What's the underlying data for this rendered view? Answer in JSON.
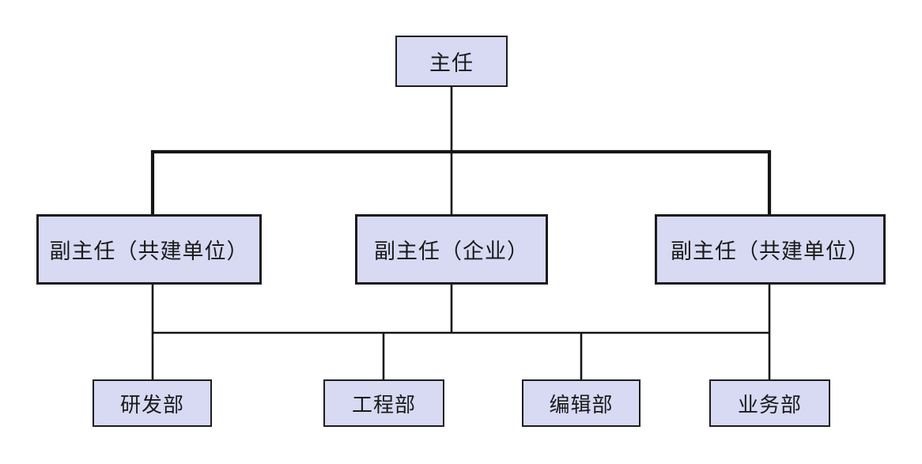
{
  "colors": {
    "box_fill": "#d8daf4",
    "box_border": "#1c1c1c",
    "line_color": "#151515",
    "bg": "#ffffff",
    "text": "#1a1a1a"
  },
  "diagram": {
    "type": "org-chart",
    "levels": 3,
    "nodes": [
      {
        "id": "director",
        "level": 1,
        "label": "主任"
      },
      {
        "id": "deputy-left",
        "level": 2,
        "label": "副主任（共建单位）"
      },
      {
        "id": "deputy-middle",
        "level": 2,
        "label": "副主任（企业）"
      },
      {
        "id": "deputy-right",
        "level": 2,
        "label": "副主任（共建单位）"
      },
      {
        "id": "dept-rd",
        "level": 3,
        "label": "研发部"
      },
      {
        "id": "dept-eng",
        "level": 3,
        "label": "工程部"
      },
      {
        "id": "dept-edit",
        "level": 3,
        "label": "编辑部"
      },
      {
        "id": "dept-biz",
        "level": 3,
        "label": "业务部"
      }
    ],
    "connections": {
      "top_bus": {
        "from": "director",
        "to": [
          "deputy-left",
          "deputy-middle",
          "deputy-right"
        ]
      },
      "bottom_bus": {
        "from": [
          "deputy-left",
          "deputy-middle",
          "deputy-right"
        ],
        "to": [
          "dept-rd",
          "dept-eng",
          "dept-edit",
          "dept-biz"
        ]
      }
    }
  }
}
